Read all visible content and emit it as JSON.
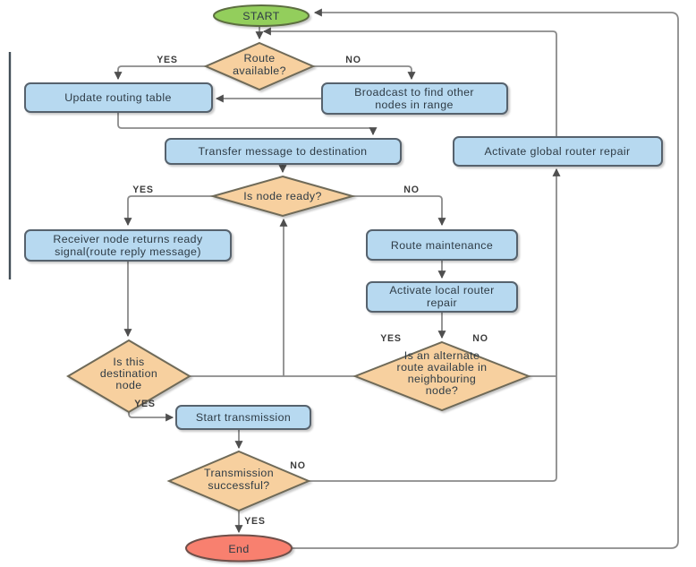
{
  "diagram": {
    "colors": {
      "process_fill": "#b7d9f0",
      "process_border": "#56626d",
      "decision_fill": "#f7d09f",
      "decision_border": "#6f6a58",
      "start_fill": "#93ce5c",
      "start_border": "#5c6e40",
      "end_fill": "#f8806f",
      "end_border": "#6e4f49",
      "edge": "#8a8a8a",
      "arrow": "#4f4f4f",
      "node_text": "#2e3b45",
      "label_text": "#3c3c3c"
    },
    "nodes": {
      "start": {
        "label": "START"
      },
      "route_available": {
        "lines": [
          "Route",
          "available?"
        ]
      },
      "update_routing": {
        "label": "Update routing table"
      },
      "broadcast": {
        "lines": [
          "Broadcast to find other",
          "nodes in range"
        ]
      },
      "transfer": {
        "label": "Transfer message to destination"
      },
      "global_repair": {
        "label": "Activate global router repair"
      },
      "node_ready": {
        "label": "Is node ready?"
      },
      "receiver": {
        "lines": [
          "Receiver node returns ready",
          "signal(route reply message)"
        ]
      },
      "maintenance": {
        "label": "Route maintenance"
      },
      "local_repair": {
        "lines": [
          "Activate local router",
          "repair"
        ]
      },
      "destination": {
        "lines": [
          "Is this",
          "destination",
          "node"
        ]
      },
      "alternate": {
        "lines": [
          "Is an alternate",
          "route available in",
          "neighbouring",
          "node?"
        ]
      },
      "start_transmission": {
        "label": "Start transmission"
      },
      "transmission_successful": {
        "lines": [
          "Transmission",
          "successful?"
        ]
      },
      "end": {
        "label": "End"
      }
    },
    "edge_labels": {
      "route_yes": "YES",
      "route_no": "NO",
      "ready_yes": "YES",
      "ready_no": "NO",
      "destination_yes": "YES",
      "alternate_yes": "YES",
      "alternate_no": "NO",
      "transmission_no": "NO",
      "transmission_yes": "YES"
    }
  }
}
